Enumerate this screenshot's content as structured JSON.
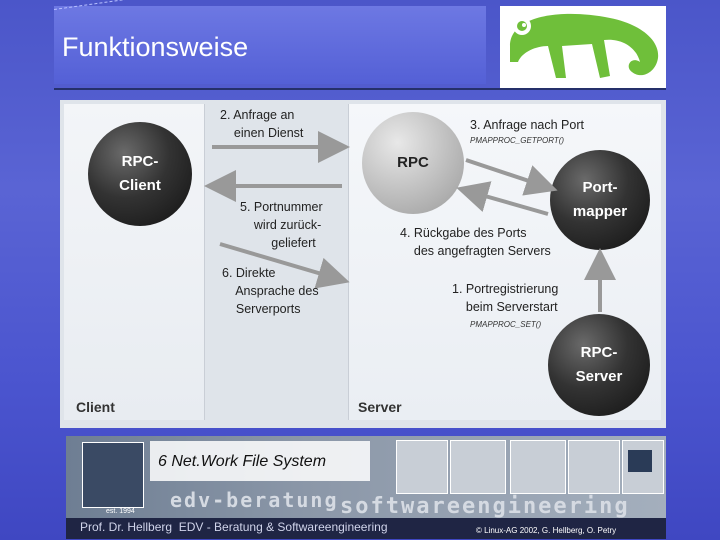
{
  "slide": {
    "title": "Funktionsweise"
  },
  "diagram": {
    "panels": {
      "client": "Client",
      "server": "Server"
    },
    "nodes": {
      "rpc_client": "RPC-\nClient",
      "rpc": "RPC",
      "portmapper": "Port-\nmapper",
      "rpc_server": "RPC-\nServer"
    },
    "steps": {
      "step2": "2. Anfrage an\n    einen Dienst",
      "step3": "3. Anfrage nach Port",
      "step3_fn": "PMAPPROC_GETPORT()",
      "step5": "5. Portnummer\n    wird zurück-\n         geliefert",
      "step4": "4. Rückgabe des Ports\n    des angefragten Servers",
      "step6": "6. Direkte\n    Ansprache des\n    Serverports",
      "step1": "1. Portregistrierung\n    beim Serverstart",
      "step1_fn": "PMAPPROC_SET()"
    }
  },
  "banner": {
    "label": "6 Net.Work File System",
    "word1": "edv-beratung",
    "word2": "softwareengineering",
    "est": "est. 1994"
  },
  "footer": {
    "left": "Prof. Dr. Hellberg  EDV - Beratung & Softwareengineering",
    "right": "© Linux-AG 2002, G. Hellberg, O. Petry"
  },
  "colors": {
    "background": "#4b56c9",
    "logo_green": "#6fbf3a",
    "footer": "#1f2544"
  },
  "icons": [
    "chameleon-logo",
    "banner-logo-icon"
  ]
}
